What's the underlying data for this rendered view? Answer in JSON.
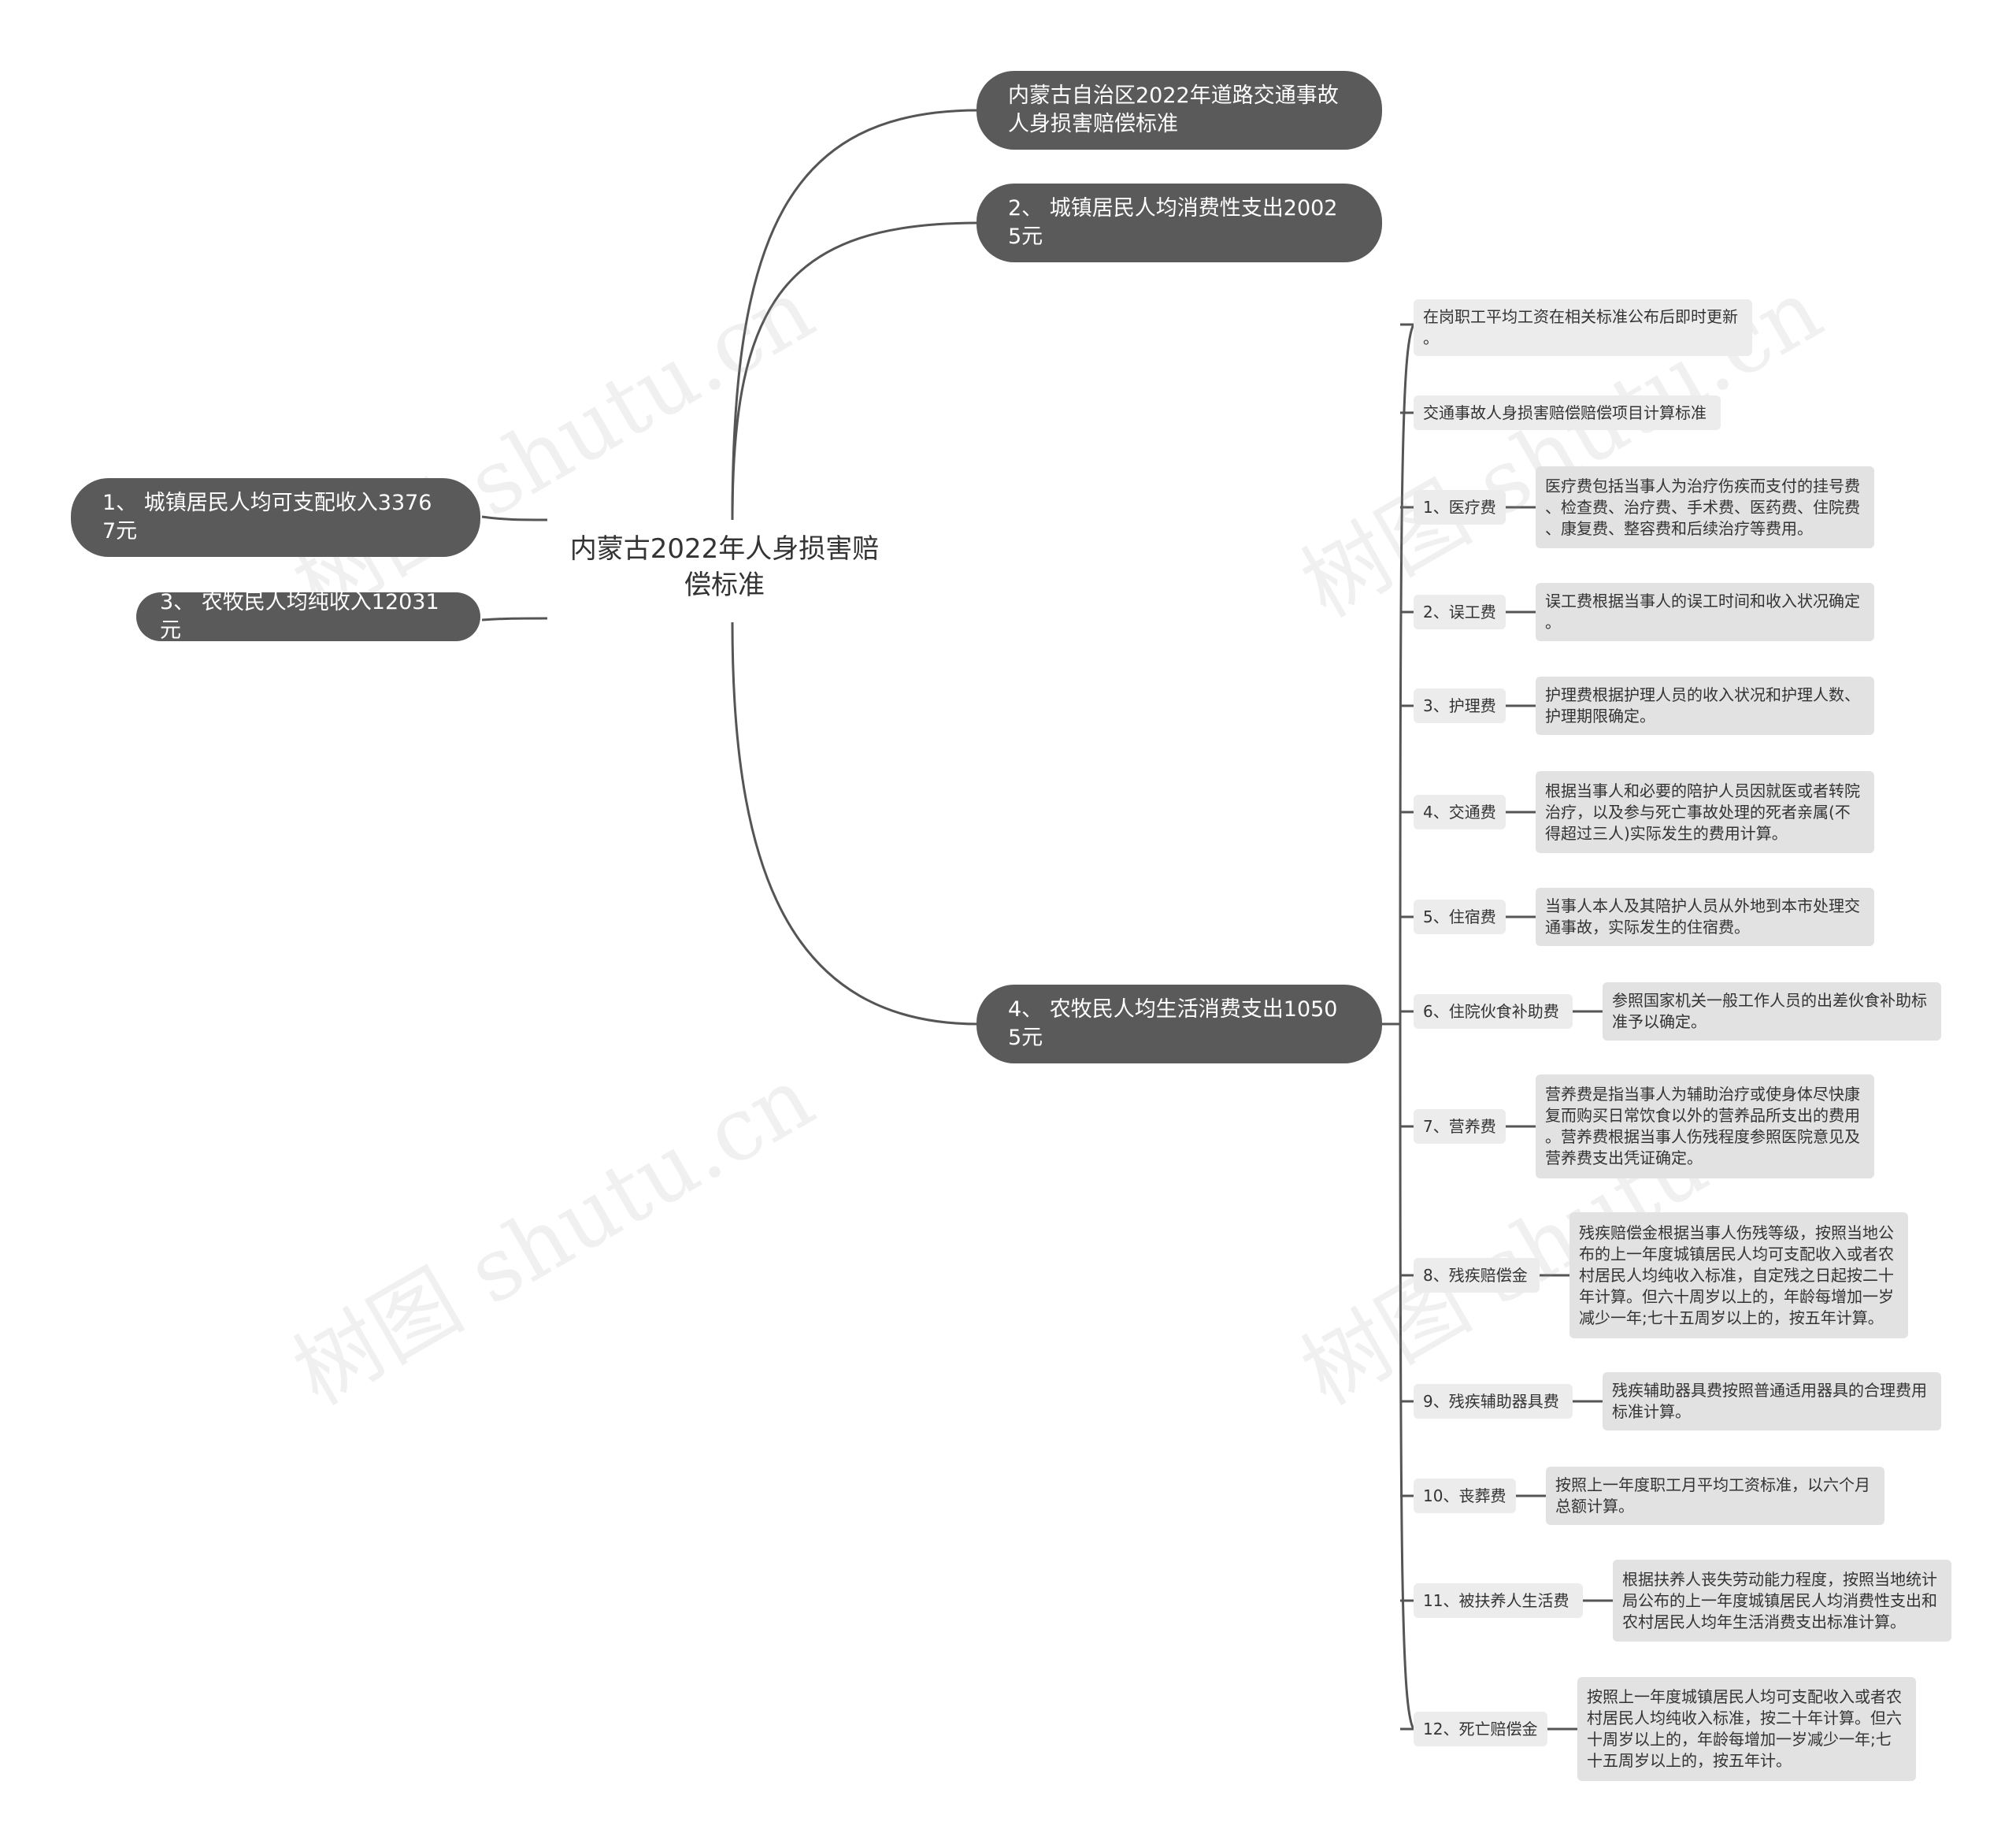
{
  "central_topic": "内蒙古2022年人身损害赔\n偿标准",
  "right_nodes": {
    "r1": "内蒙古自治区2022年道路交通事故\n人身损害赔偿标准",
    "r2": "2、 城镇居民人均消费性支出2002\n5元",
    "r3": "4、 农牧民人均生活消费支出1050\n5元"
  },
  "left_nodes": {
    "l1": "1、 城镇居民人均可支配收入3376\n7元",
    "l2": "3、 农牧民人均纯收入12031元"
  },
  "notes": {
    "n1": "在岗职工平均工资在相关标准公布后即时更新\n。",
    "n2": "交通事故人身损害赔偿赔偿项目计算标准"
  },
  "items": [
    {
      "label": "1、医疗费",
      "desc": "医疗费包括当事人为治疗伤疾而支付的挂号费\n、检查费、治疗费、手术费、医药费、住院费\n、康复费、整容费和后续治疗等费用。"
    },
    {
      "label": "2、误工费",
      "desc": "误工费根据当事人的误工时间和收入状况确定\n。"
    },
    {
      "label": "3、护理费",
      "desc": "护理费根据护理人员的收入状况和护理人数、\n护理期限确定。"
    },
    {
      "label": "4、交通费",
      "desc": "根据当事人和必要的陪护人员因就医或者转院\n治疗，以及参与死亡事故处理的死者亲属(不\n得超过三人)实际发生的费用计算。"
    },
    {
      "label": "5、住宿费",
      "desc": "当事人本人及其陪护人员从外地到本市处理交\n通事故，实际发生的住宿费。"
    },
    {
      "label": "6、住院伙食补助费",
      "desc": "参照国家机关一般工作人员的出差伙食补助标\n准予以确定。"
    },
    {
      "label": "7、营养费",
      "desc": "营养费是指当事人为辅助治疗或使身体尽快康\n复而购买日常饮食以外的营养品所支出的费用\n。营养费根据当事人伤残程度参照医院意见及\n营养费支出凭证确定。"
    },
    {
      "label": "8、残疾赔偿金",
      "desc": "残疾赔偿金根据当事人伤残等级，按照当地公\n布的上一年度城镇居民人均可支配收入或者农\n村居民人均纯收入标准，自定残之日起按二十\n年计算。但六十周岁以上的，年龄每增加一岁\n减少一年;七十五周岁以上的，按五年计算。"
    },
    {
      "label": "9、残疾辅助器具费",
      "desc": "残疾辅助器具费按照普通适用器具的合理费用\n标准计算。"
    },
    {
      "label": "10、丧葬费",
      "desc": "按照上一年度职工月平均工资标准，以六个月\n总额计算。"
    },
    {
      "label": "11、被扶养人生活费",
      "desc": "根据扶养人丧失劳动能力程度，按照当地统计\n局公布的上一年度城镇居民人均消费性支出和\n农村居民人均年生活消费支出标准计算。"
    },
    {
      "label": "12、死亡赔偿金",
      "desc": "按照上一年度城镇居民人均可支配收入或者农\n村居民人均纯收入标准，按二十年计算。但六\n十周岁以上的，年龄每增加一岁减少一年;七\n十五周岁以上的，按五年计。"
    }
  ],
  "watermark": "树图 shutu.cn",
  "colors": {
    "dark_node": "#5a5a5a",
    "light_box": "#e2e2e2",
    "line": "#555555"
  }
}
